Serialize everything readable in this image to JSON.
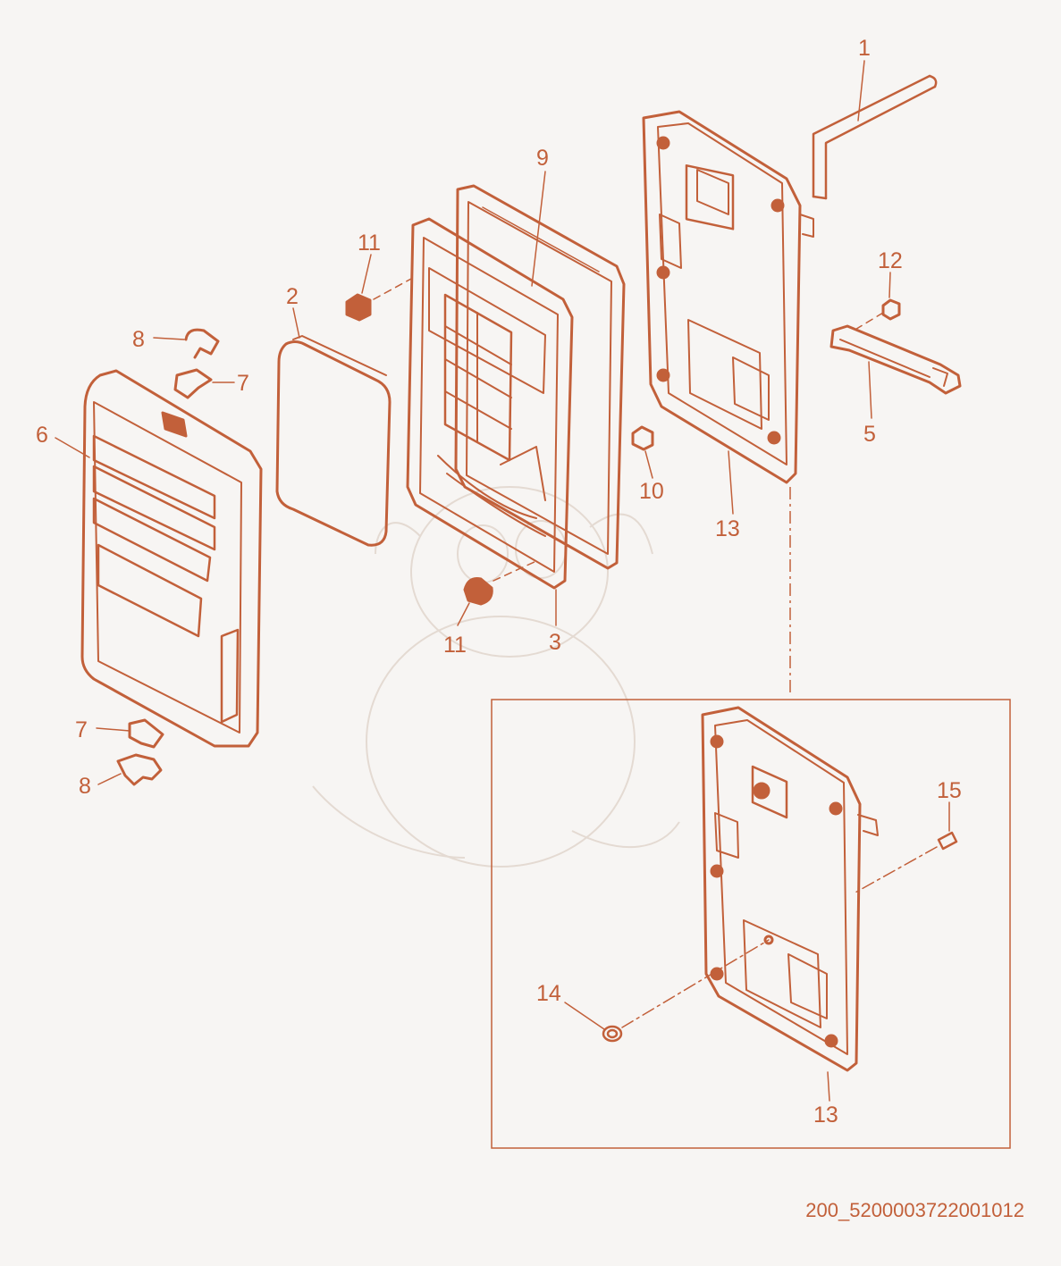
{
  "diagram": {
    "accent_color": "#c2603a",
    "background_color": "#f7f5f3",
    "callouts": [
      "1",
      "2",
      "3",
      "5",
      "6",
      "7",
      "7",
      "8",
      "8",
      "9",
      "10",
      "11",
      "11",
      "12",
      "13",
      "13",
      "14",
      "15"
    ],
    "drawing_code": "200_5200003722001012"
  }
}
